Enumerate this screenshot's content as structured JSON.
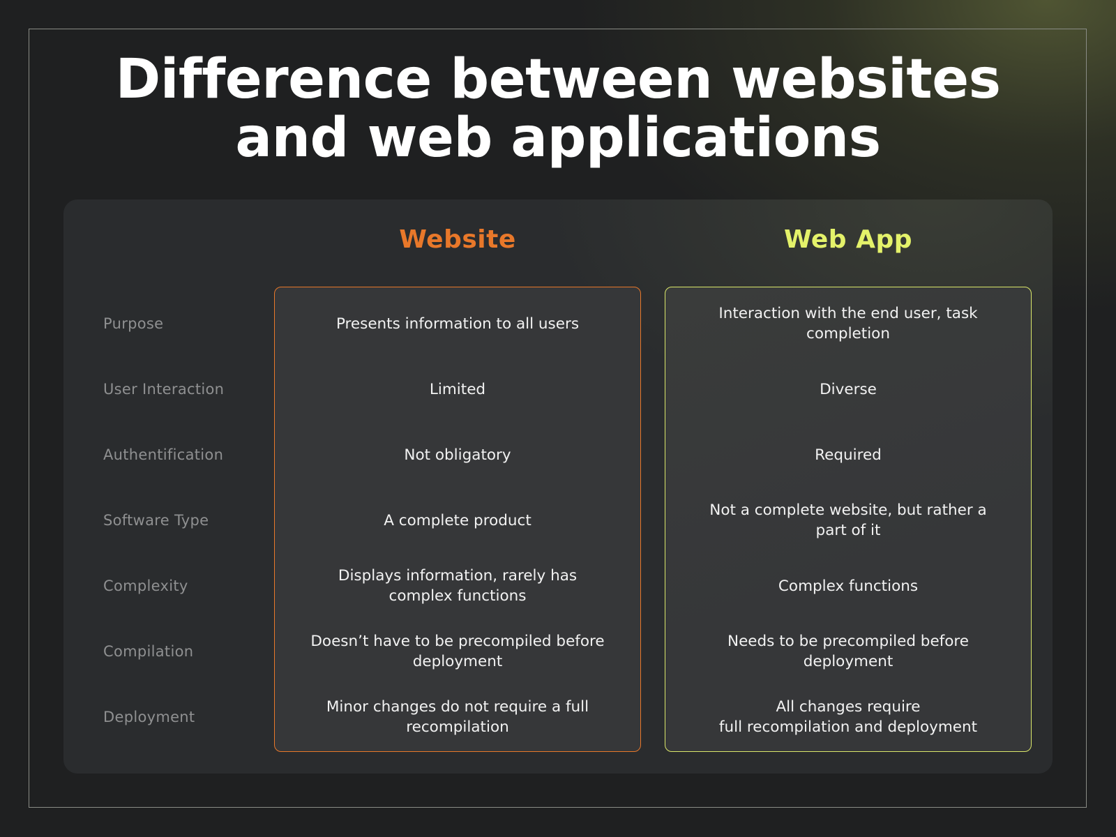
{
  "title": {
    "line1": "Difference between websites",
    "line2": "and web applications"
  },
  "columns": {
    "website": {
      "label": "Website",
      "color": "#E8782A"
    },
    "webapp": {
      "label": "Web App",
      "color": "#E4F26A"
    }
  },
  "rows": [
    {
      "label": "Purpose",
      "website": "Presents information to all users",
      "webapp": "Interaction with the end user, task\ncompletion"
    },
    {
      "label": "User Interaction",
      "website": "Limited",
      "webapp": "Diverse"
    },
    {
      "label": "Authentification",
      "website": "Not obligatory",
      "webapp": "Required"
    },
    {
      "label": "Software Type",
      "website": "A complete product",
      "webapp": "Not a complete website, but rather a\npart of it"
    },
    {
      "label": "Complexity",
      "website": "Displays information, rarely has\ncomplex functions",
      "webapp": "Complex functions"
    },
    {
      "label": "Compilation",
      "website": "Doesn’t have to be precompiled before\ndeployment",
      "webapp": "Needs to be precompiled before\ndeployment"
    },
    {
      "label": "Deployment",
      "website": "Minor changes do not require a full\nrecompilation",
      "webapp": "All changes require\nfull recompilation and deployment"
    }
  ]
}
